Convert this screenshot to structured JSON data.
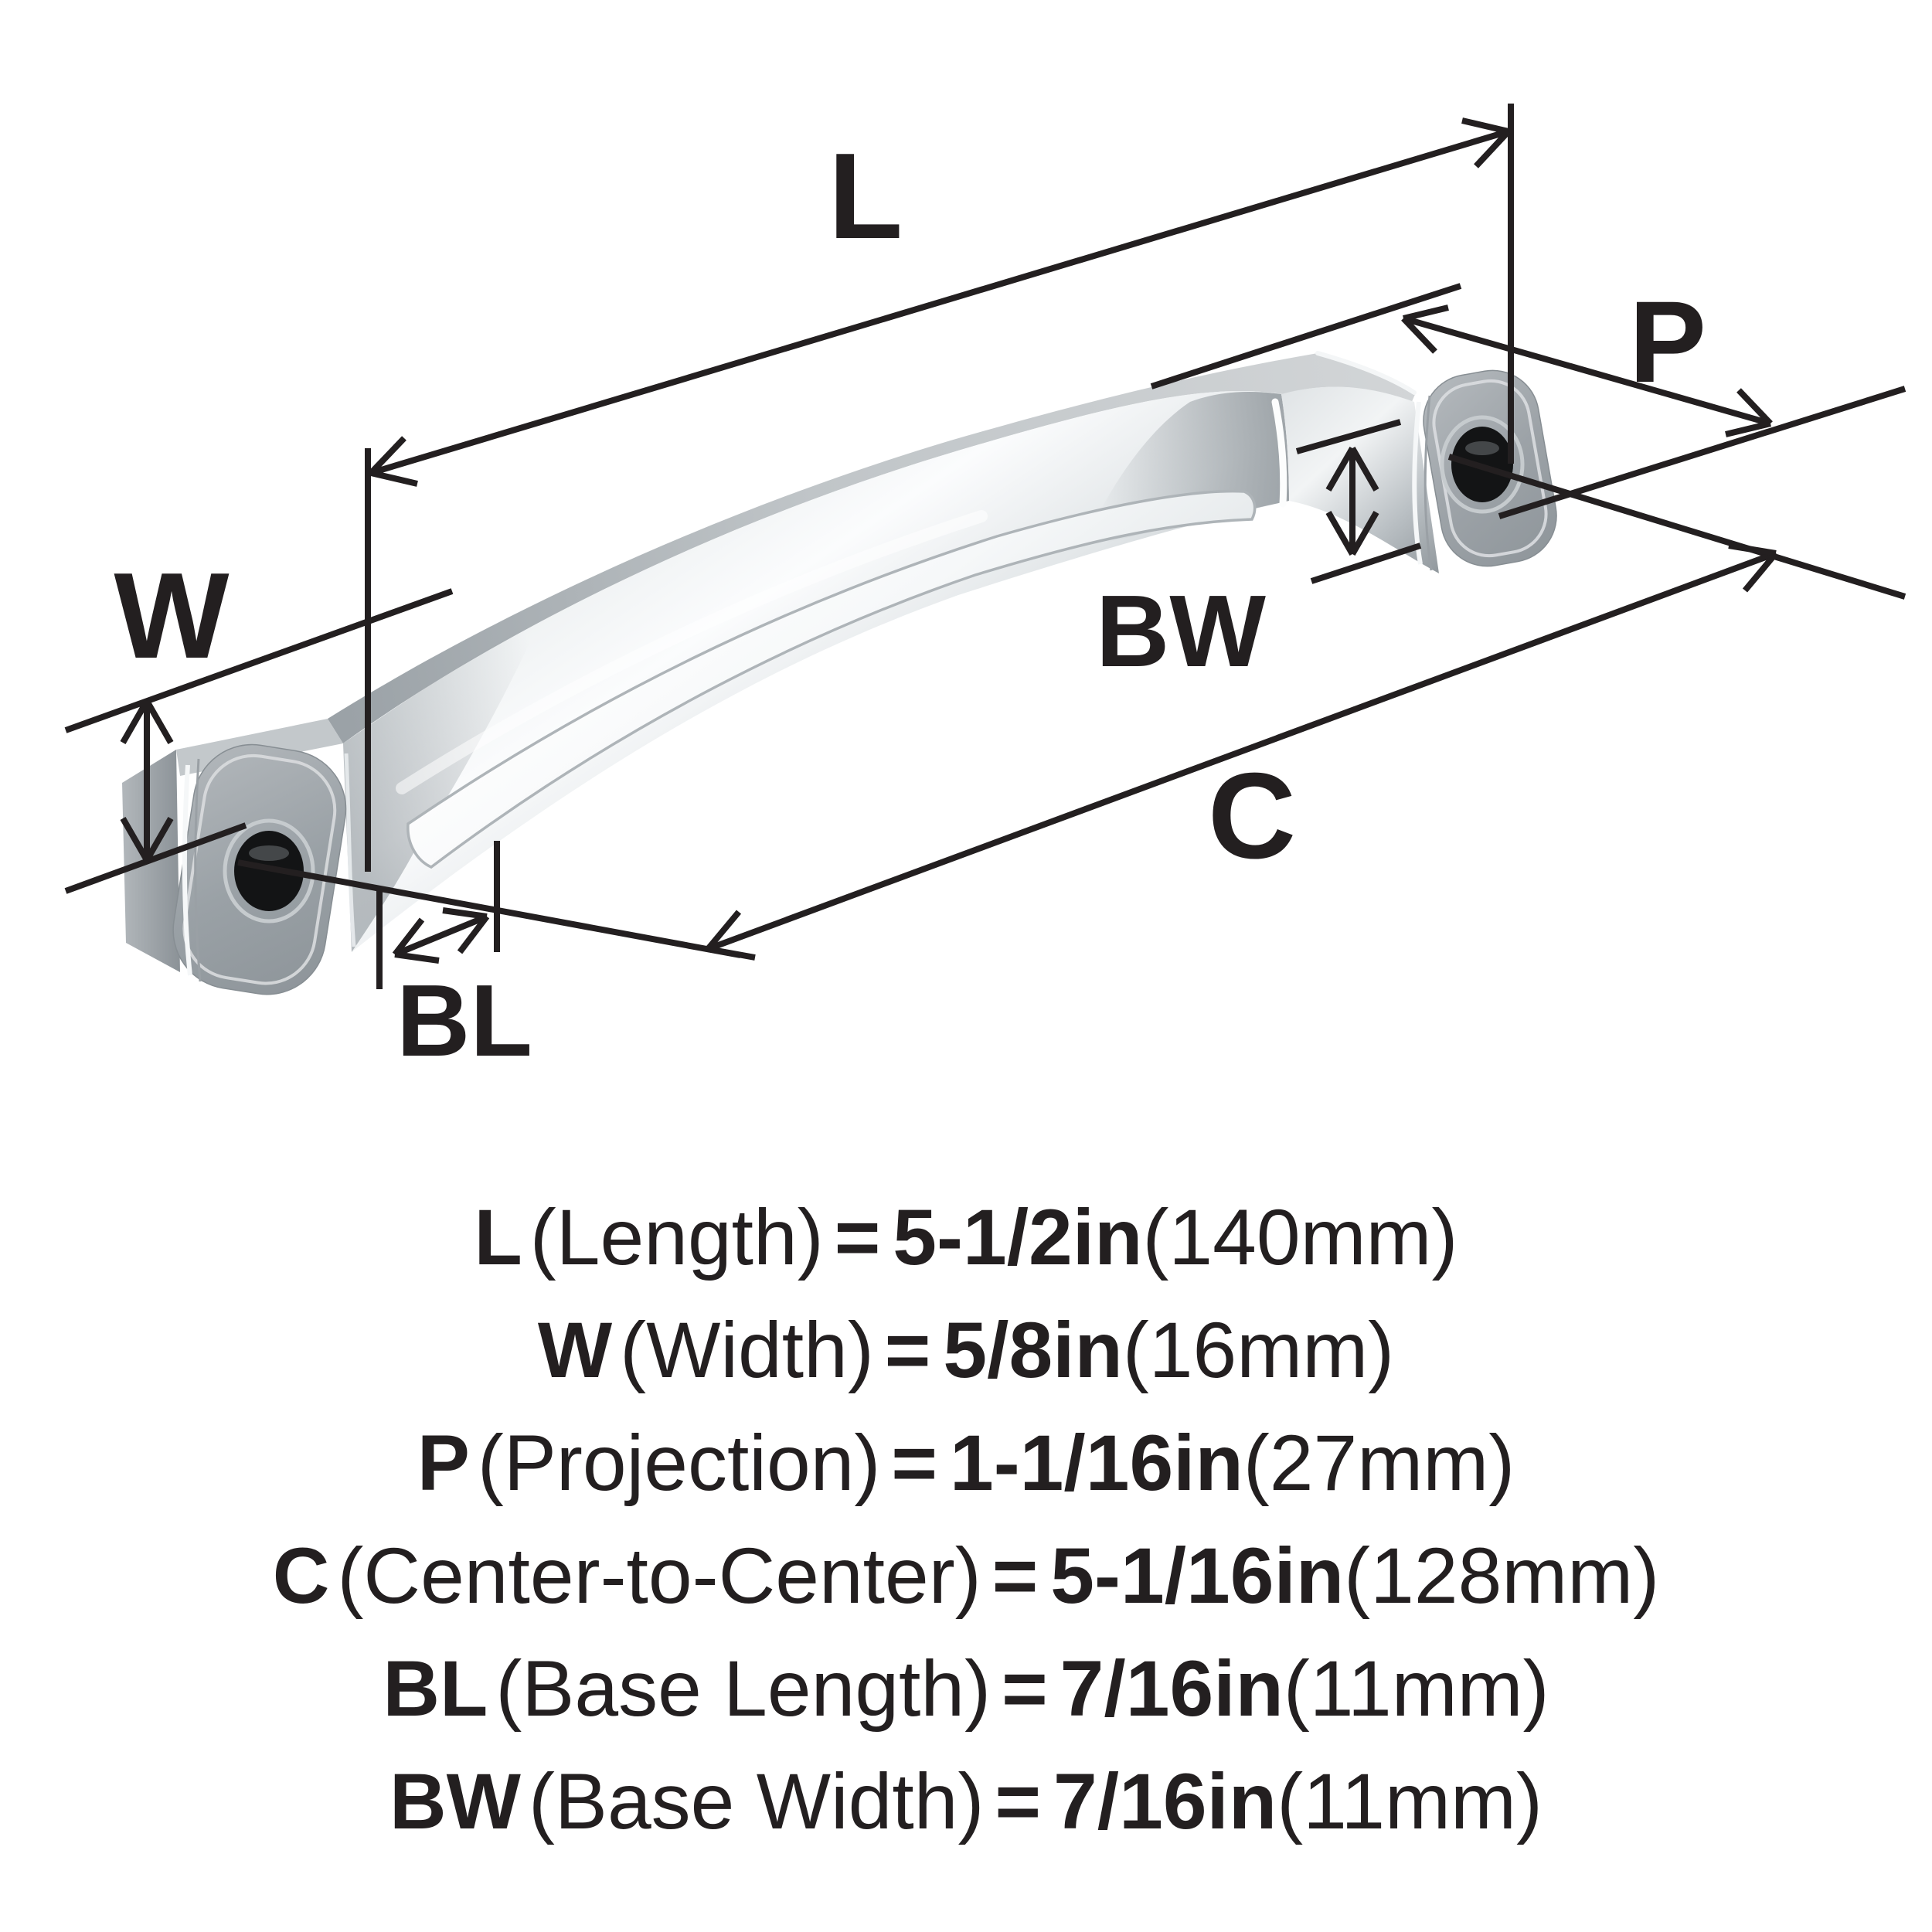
{
  "page": {
    "kind": "product-dimension-diagram",
    "product": "cabinet pull handle",
    "background_color": "#ffffff",
    "ink_color": "#231f20",
    "chrome_light": "#fbfcfd",
    "chrome_mid": "#c0c5c8",
    "chrome_dark": "#8c9398"
  },
  "diagram": {
    "labels": {
      "length": "L",
      "width": "W",
      "projection": "P",
      "center_to_center": "C",
      "base_length": "BL",
      "base_width": "BW"
    }
  },
  "specs": [
    {
      "abbr": "L",
      "name": "(Length)",
      "eq": "=",
      "value": "5-1/2in",
      "metric": "(140mm)"
    },
    {
      "abbr": "W",
      "name": "(Width)",
      "eq": "=",
      "value": "5/8in",
      "metric": "(16mm)"
    },
    {
      "abbr": "P",
      "name": "(Projection)",
      "eq": "=",
      "value": "1-1/16in",
      "metric": "(27mm)"
    },
    {
      "abbr": "C",
      "name": "(Center-to-Center)",
      "eq": "=",
      "value": "5-1/16in",
      "metric": "(128mm)"
    },
    {
      "abbr": "BL",
      "name": "(Base Length)",
      "eq": "=",
      "value": "7/16in",
      "metric": "(11mm)"
    },
    {
      "abbr": "BW",
      "name": "(Base Width)",
      "eq": "=",
      "value": "7/16in",
      "metric": "(11mm)"
    }
  ]
}
